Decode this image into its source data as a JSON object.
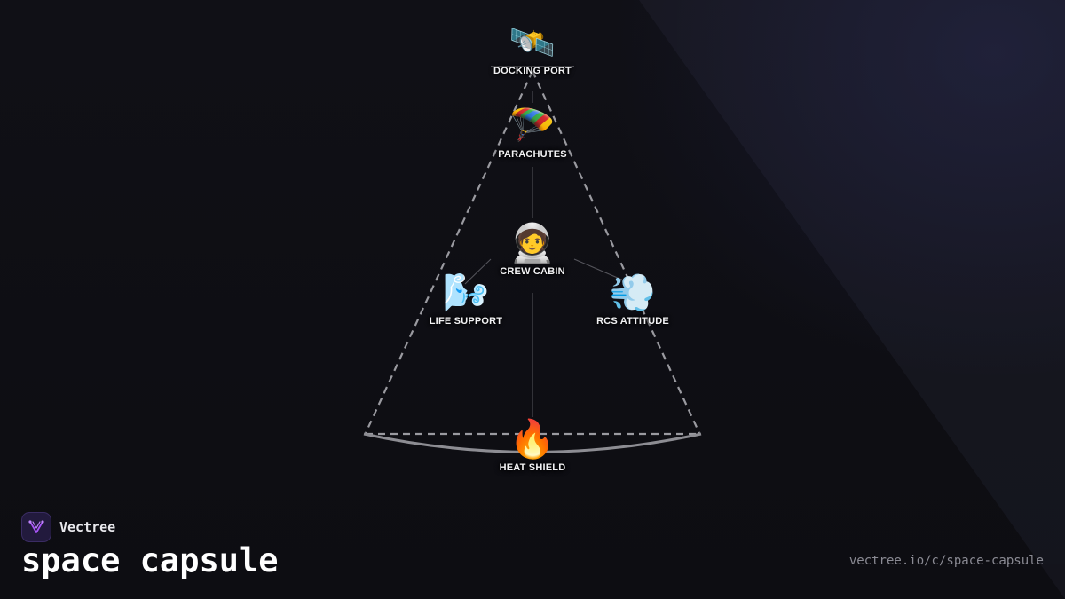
{
  "brand": {
    "name": "Vectree",
    "logo_icon": "vectree-logo-icon",
    "accent_color": "#a855f7"
  },
  "diagram": {
    "title": "space capsule",
    "url": "vectree.io/c/space-capsule",
    "nodes": {
      "docking_port": {
        "label": "DOCKING PORT",
        "emoji": "🛰️",
        "icon": "satellite-icon"
      },
      "parachutes": {
        "label": "PARACHUTES",
        "emoji": "🪂",
        "icon": "parachute-icon"
      },
      "crew_cabin": {
        "label": "CREW CABIN",
        "emoji": "🧑‍🚀",
        "icon": "astronaut-icon"
      },
      "life_support": {
        "label": "LIFE SUPPORT",
        "emoji": "🌬️",
        "icon": "wind-face-icon"
      },
      "rcs_attitude": {
        "label": "RCS ATTITUDE",
        "emoji": "💨",
        "icon": "dash-wind-icon"
      },
      "heat_shield": {
        "label": "HEAT SHIELD",
        "emoji": "🔥",
        "icon": "fire-icon"
      }
    },
    "edges": [
      {
        "from": "docking_port",
        "to": "parachutes"
      },
      {
        "from": "parachutes",
        "to": "crew_cabin"
      },
      {
        "from": "crew_cabin",
        "to": "life_support"
      },
      {
        "from": "crew_cabin",
        "to": "rcs_attitude"
      },
      {
        "from": "crew_cabin",
        "to": "heat_shield"
      }
    ]
  }
}
